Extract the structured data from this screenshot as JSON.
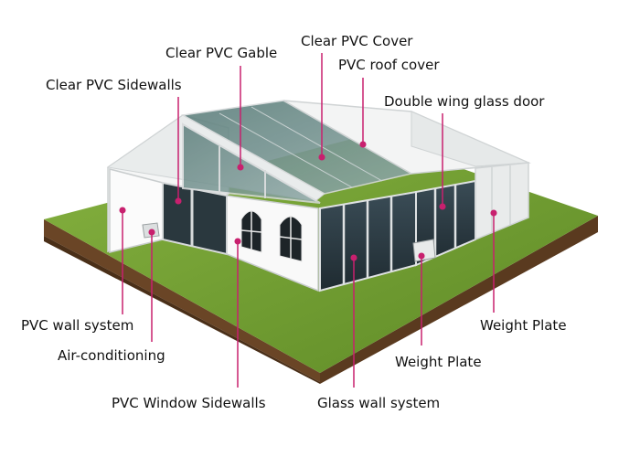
{
  "labels": {
    "clear_pvc_gable": "Clear PVC Gable",
    "clear_pvc_cover": "Clear PVC Cover",
    "pvc_roof_cover": "PVC roof cover",
    "clear_pvc_sidewalls": "Clear PVC Sidewalls",
    "double_wing_glass_door": "Double wing glass door",
    "pvc_wall_system": "PVC wall system",
    "air_conditioning": "Air-conditioning",
    "weight_plate_right": "Weight Plate",
    "weight_plate_center": "Weight Plate",
    "pvc_window_sidewalls": "PVC Window Sidewalls",
    "glass_wall_system": "Glass wall system"
  },
  "colors": {
    "leader_line": "#c8206e",
    "grass": "#6f9a2e",
    "soil": "#5b3a20"
  }
}
